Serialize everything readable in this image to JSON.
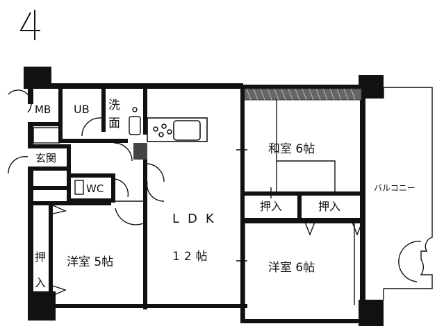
{
  "north_mark": "4",
  "rooms": {
    "mb": "MB",
    "ub": "UB",
    "senmen_1": "洗",
    "senmen_2": "面",
    "genkan": "玄関",
    "wc": "WC",
    "ldk_name": "LDK",
    "ldk_size": "12帖",
    "washitsu": "和室 6帖",
    "oshiire_1": "押入",
    "oshiire_2": "押入",
    "yoshitsu_east": "洋室 6帖",
    "yoshitsu_west": "洋室 5帖",
    "oshiire_west_1": "押",
    "oshiire_west_2": "入",
    "balcony": "バルコニー"
  },
  "colors": {
    "ink": "#111111",
    "paper": "#ffffff",
    "hatch": "#333333"
  }
}
